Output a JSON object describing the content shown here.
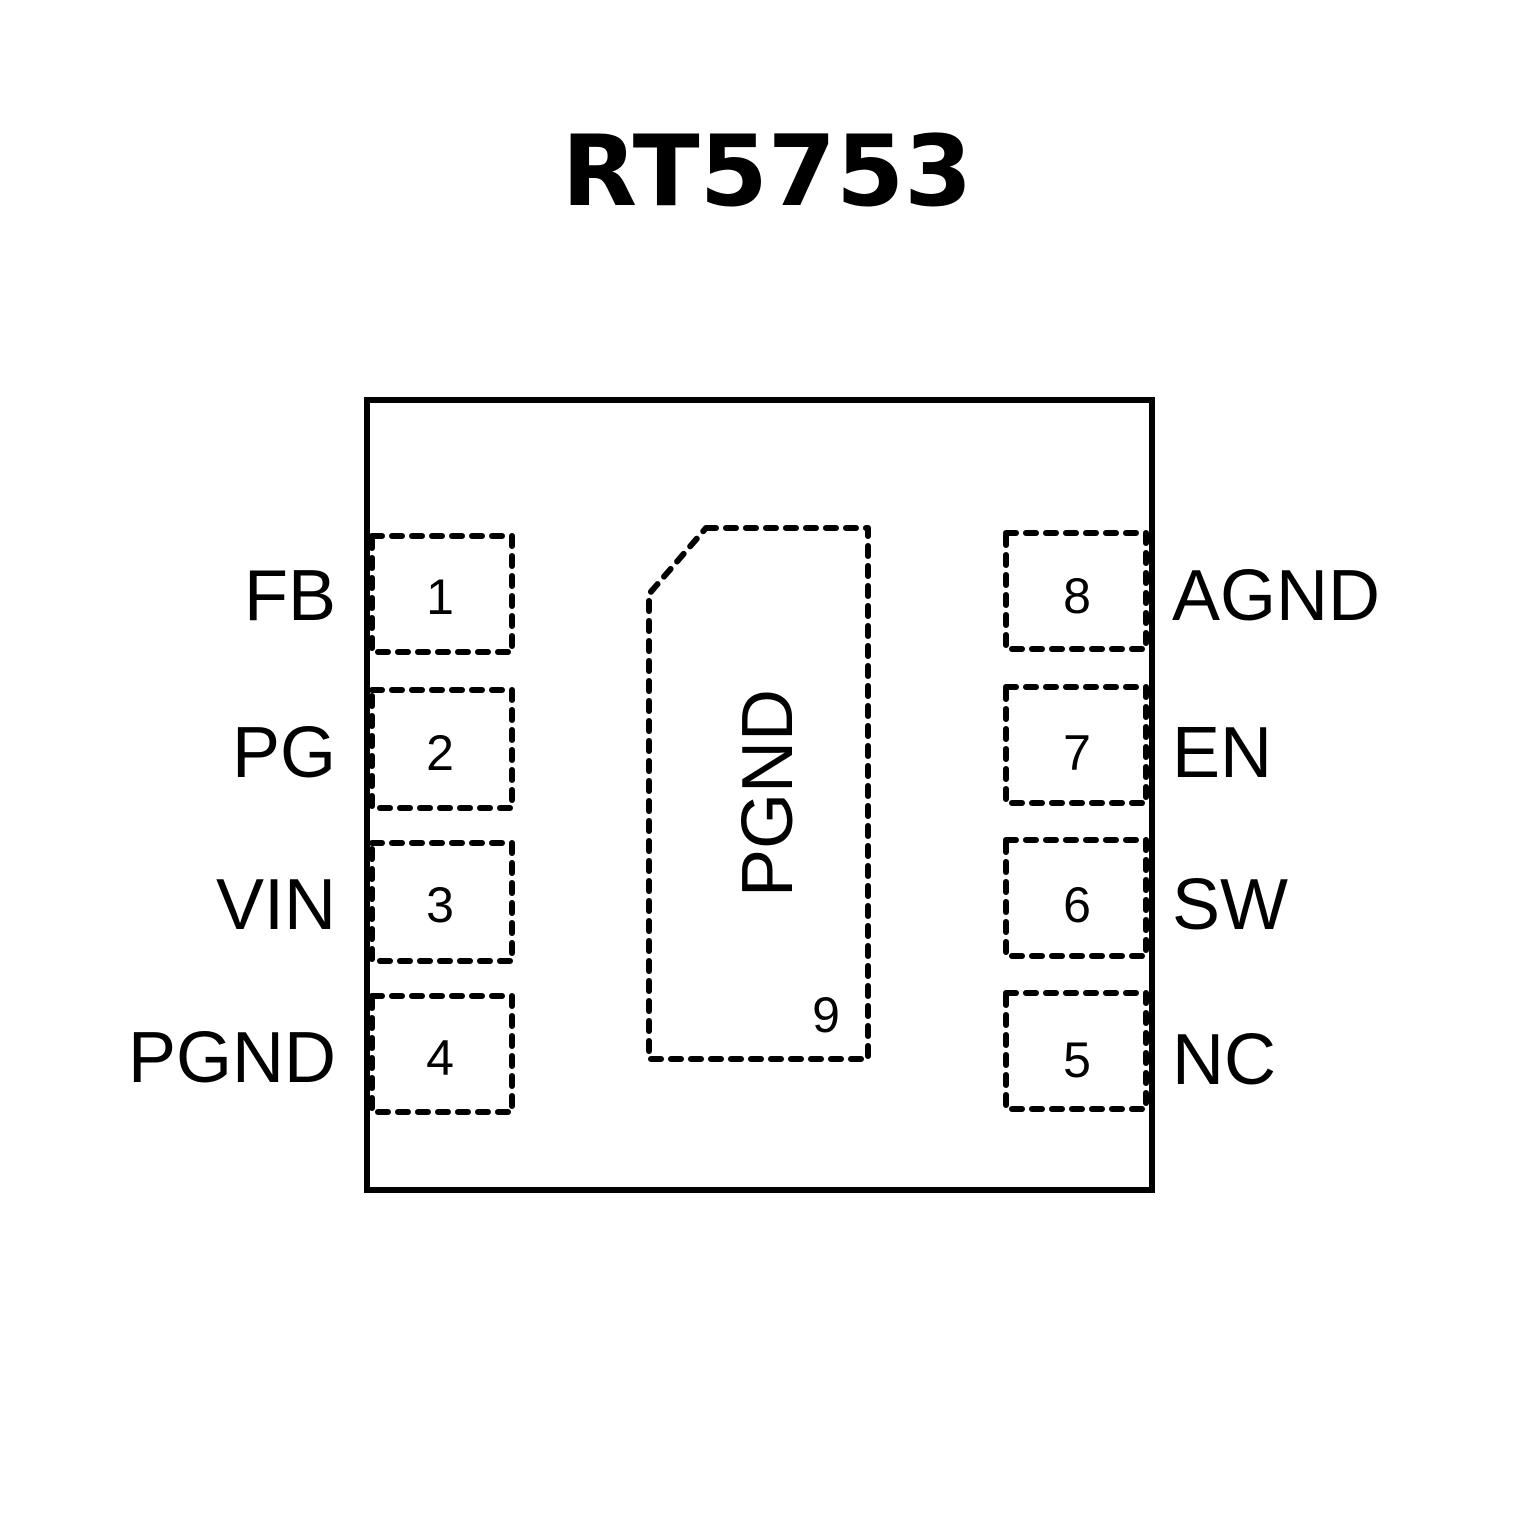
{
  "title": "RT5753",
  "colors": {
    "ink": "#000000",
    "background": "#ffffff"
  },
  "pins_left": [
    {
      "number": "1",
      "name": "FB"
    },
    {
      "number": "2",
      "name": "PG"
    },
    {
      "number": "3",
      "name": "VIN"
    },
    {
      "number": "4",
      "name": "PGND"
    }
  ],
  "pins_right": [
    {
      "number": "8",
      "name": "AGND"
    },
    {
      "number": "7",
      "name": "EN"
    },
    {
      "number": "6",
      "name": "SW"
    },
    {
      "number": "5",
      "name": "NC"
    }
  ],
  "exposed_pad": {
    "number": "9",
    "name": "PGND"
  }
}
